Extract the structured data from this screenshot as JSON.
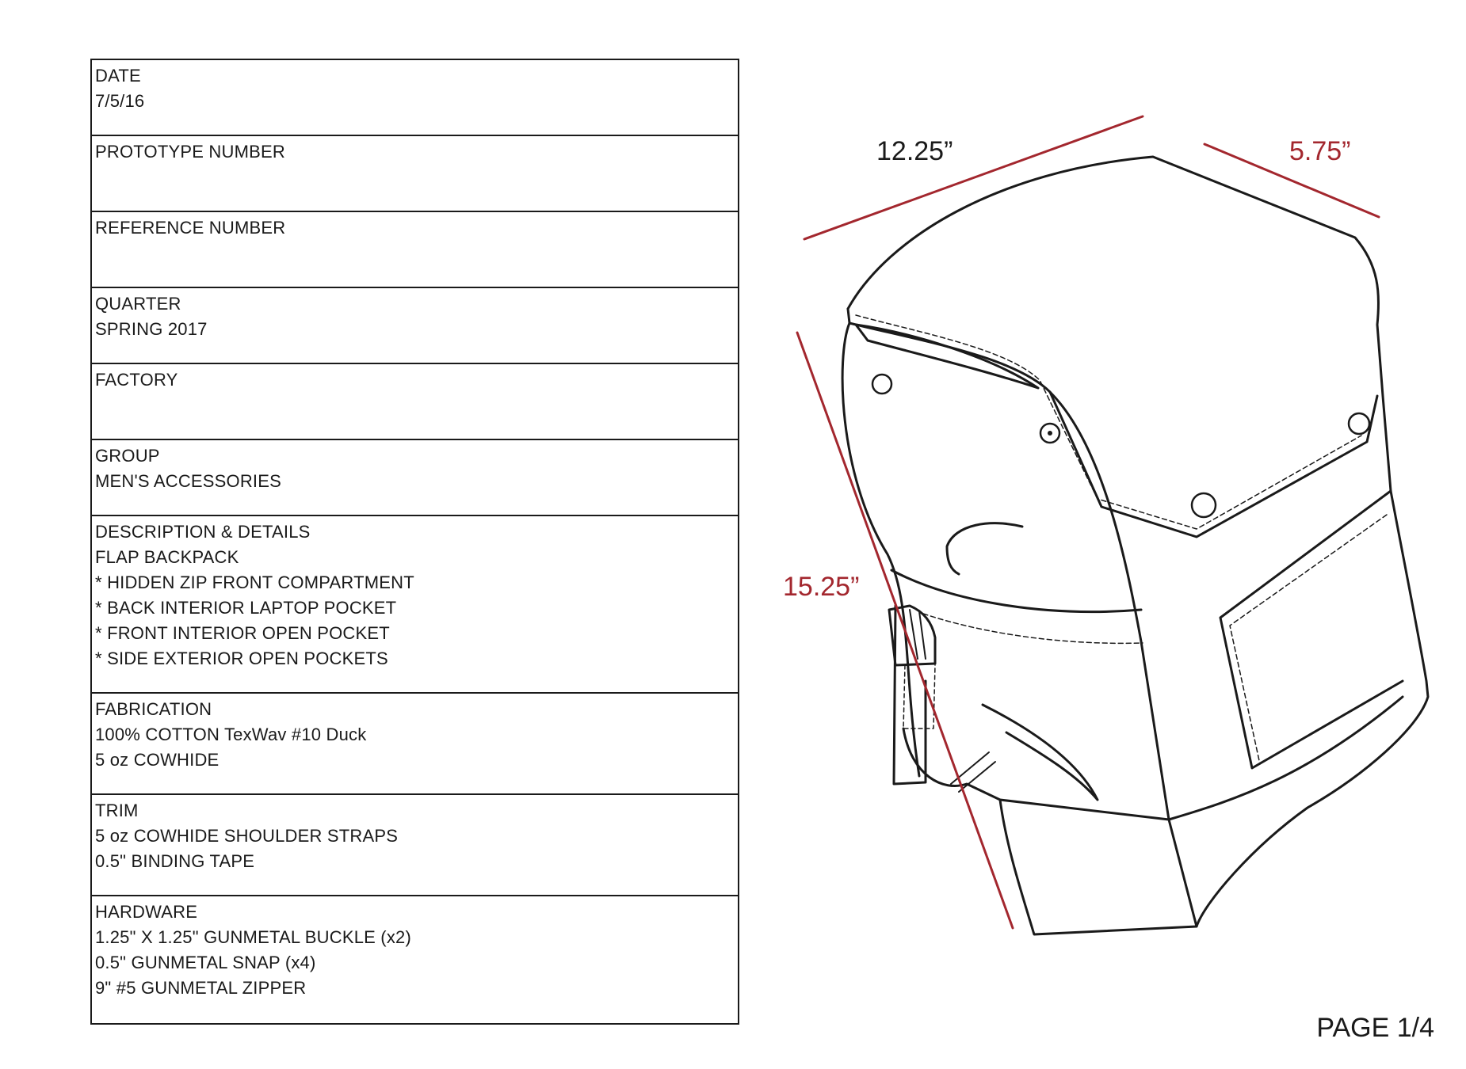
{
  "spec_sheet": {
    "rows": [
      {
        "label": "DATE",
        "lines": [
          "7/5/16"
        ]
      },
      {
        "label": "PROTOTYPE NUMBER",
        "lines": []
      },
      {
        "label": "REFERENCE NUMBER",
        "lines": []
      },
      {
        "label": "QUARTER",
        "lines": [
          "SPRING 2017"
        ]
      },
      {
        "label": "FACTORY",
        "lines": []
      },
      {
        "label": "GROUP",
        "lines": [
          "MEN'S ACCESSORIES"
        ]
      },
      {
        "label": "DESCRIPTION & DETAILS",
        "lines": [
          "FLAP BACKPACK",
          "* HIDDEN ZIP FRONT COMPARTMENT",
          "* BACK INTERIOR LAPTOP POCKET",
          "* FRONT INTERIOR OPEN POCKET",
          "* SIDE EXTERIOR OPEN POCKETS"
        ]
      },
      {
        "label": "FABRICATION",
        "lines": [
          "100% COTTON TexWav #10 Duck",
          "5 oz COWHIDE"
        ]
      },
      {
        "label": "TRIM",
        "lines": [
          "5 oz COWHIDE SHOULDER STRAPS",
          "0.5\" BINDING TAPE"
        ]
      },
      {
        "label": "HARDWARE",
        "lines": [
          "1.25\" X 1.25\" GUNMETAL BUCKLE (x2)",
          "0.5\" GUNMETAL SNAP (x4)",
          "9\" #5 GUNMETAL ZIPPER"
        ]
      }
    ]
  },
  "drawing": {
    "dimensions": {
      "width": "12.25”",
      "depth": "5.75”",
      "height": "15.25”"
    },
    "colors": {
      "dimension_line": "#a3272e",
      "outline": "#1a1a1a",
      "width_label": "#1a1a1a"
    }
  },
  "footer": {
    "page_label": "PAGE 1/4"
  }
}
